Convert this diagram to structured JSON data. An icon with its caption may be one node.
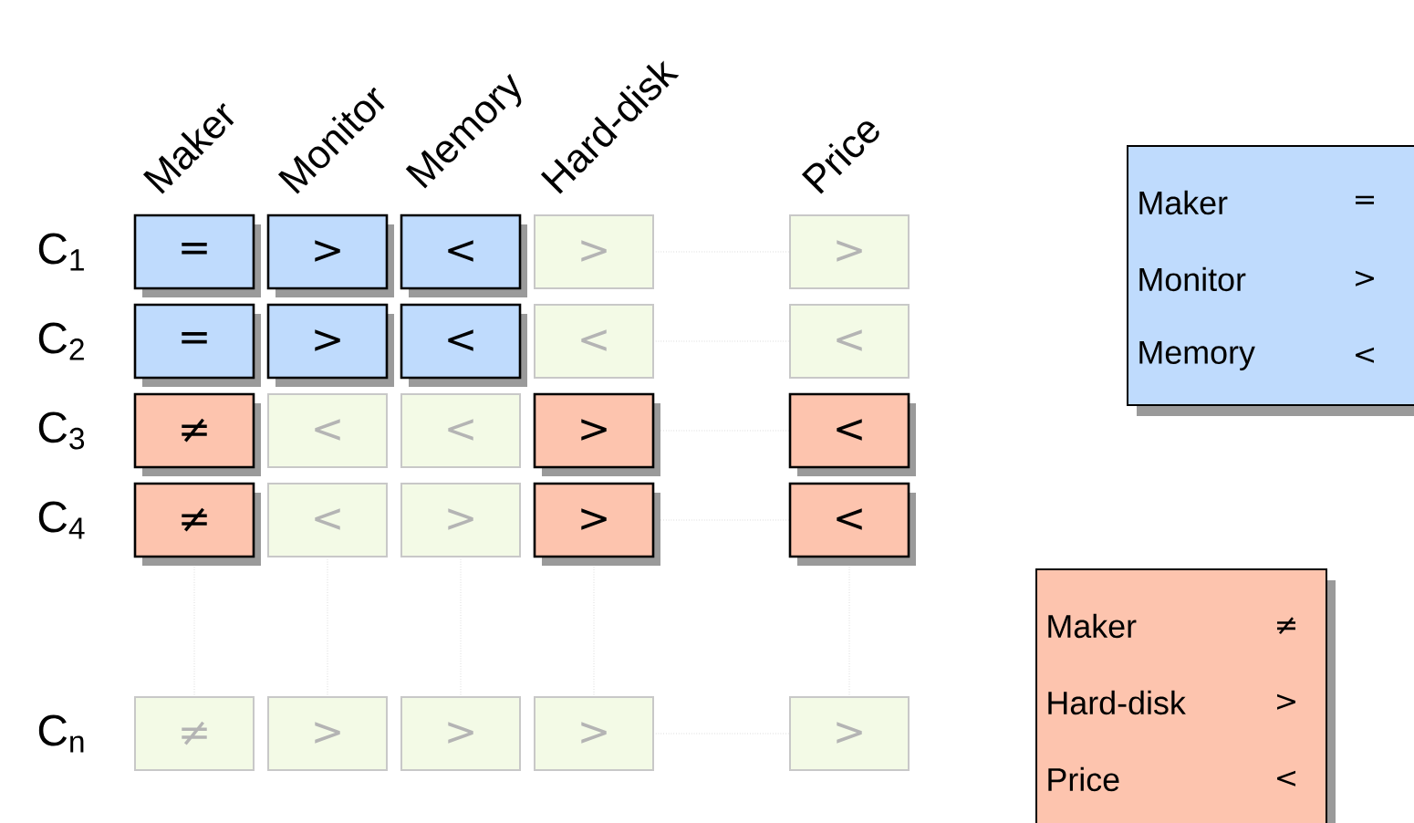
{
  "diagram": {
    "nodes": [
      {
        "text": [
          "="
        ]
      },
      {
        "text": [
          ">"
        ]
      },
      {
        "text": [
          "<"
        ]
      },
      {
        "text": [
          ">"
        ]
      },
      {
        "text": [
          ">"
        ]
      },
      {
        "text": [
          "="
        ]
      },
      {
        "text": [
          ">"
        ]
      },
      {
        "text": [
          "<"
        ]
      },
      {
        "text": [
          "<"
        ]
      },
      {
        "text": [
          "<"
        ]
      },
      {
        "text": [
          "≠"
        ]
      },
      {
        "text": [
          "<"
        ]
      },
      {
        "text": [
          "<"
        ]
      },
      {
        "text": [
          ">"
        ]
      },
      {
        "text": [
          "<"
        ]
      },
      {
        "text": [
          "≠"
        ]
      },
      {
        "text": [
          "<"
        ]
      },
      {
        "text": [
          ">"
        ]
      },
      {
        "text": [
          ">"
        ]
      },
      {
        "text": [
          "<"
        ]
      },
      {
        "text": [
          "≠"
        ]
      },
      {
        "text": [
          ">"
        ]
      },
      {
        "text": [
          ">"
        ]
      },
      {
        "text": [
          ">"
        ]
      },
      {
        "text": [
          ">"
        ]
      },
      {
        "text": [
          "Maker",
          "=",
          "Monitor",
          ">",
          "Memory",
          "<"
        ]
      },
      {
        "text": [
          "Maker",
          "≠",
          "Hard-disk",
          ">",
          "Price",
          "<"
        ]
      }
    ],
    "labels": [
      "Maker",
      "Monitor",
      "Memory",
      "Hard-disk",
      "Price",
      "C$_{1}$",
      "C$_{2}$",
      "C$_{3}$",
      "C$_{4}$",
      "C$_{n}$"
    ]
  }
}
